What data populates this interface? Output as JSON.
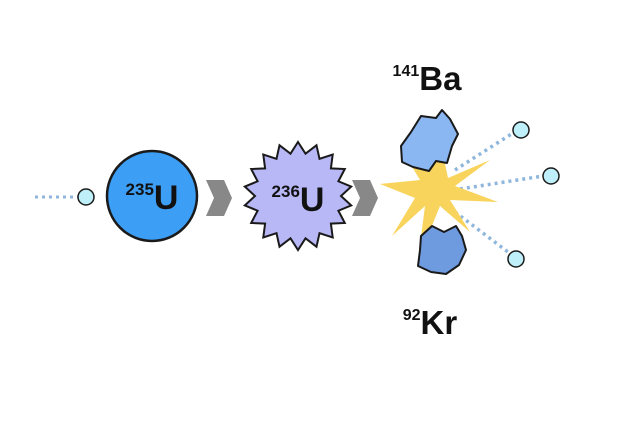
{
  "nuclei": {
    "uranium_235": {
      "mass": "235",
      "symbol": "U",
      "color": "#3d9ef5"
    },
    "uranium_236": {
      "mass": "236",
      "symbol": "U",
      "color": "#b9b8f7"
    },
    "barium_141": {
      "mass": "141",
      "symbol": "Ba",
      "color": "#8ab6f2"
    },
    "krypton_92": {
      "mass": "92",
      "symbol": "Kr",
      "color": "#6e9ae0"
    }
  },
  "colors": {
    "neutron": "#bff0f9",
    "neutron_trail": "#8fb7dd",
    "arrow": "#888888",
    "burst": "#f8d45c",
    "outline": "#1a1a1a"
  },
  "icons": [
    "neutron-icon",
    "arrow-icon",
    "burst-icon"
  ]
}
